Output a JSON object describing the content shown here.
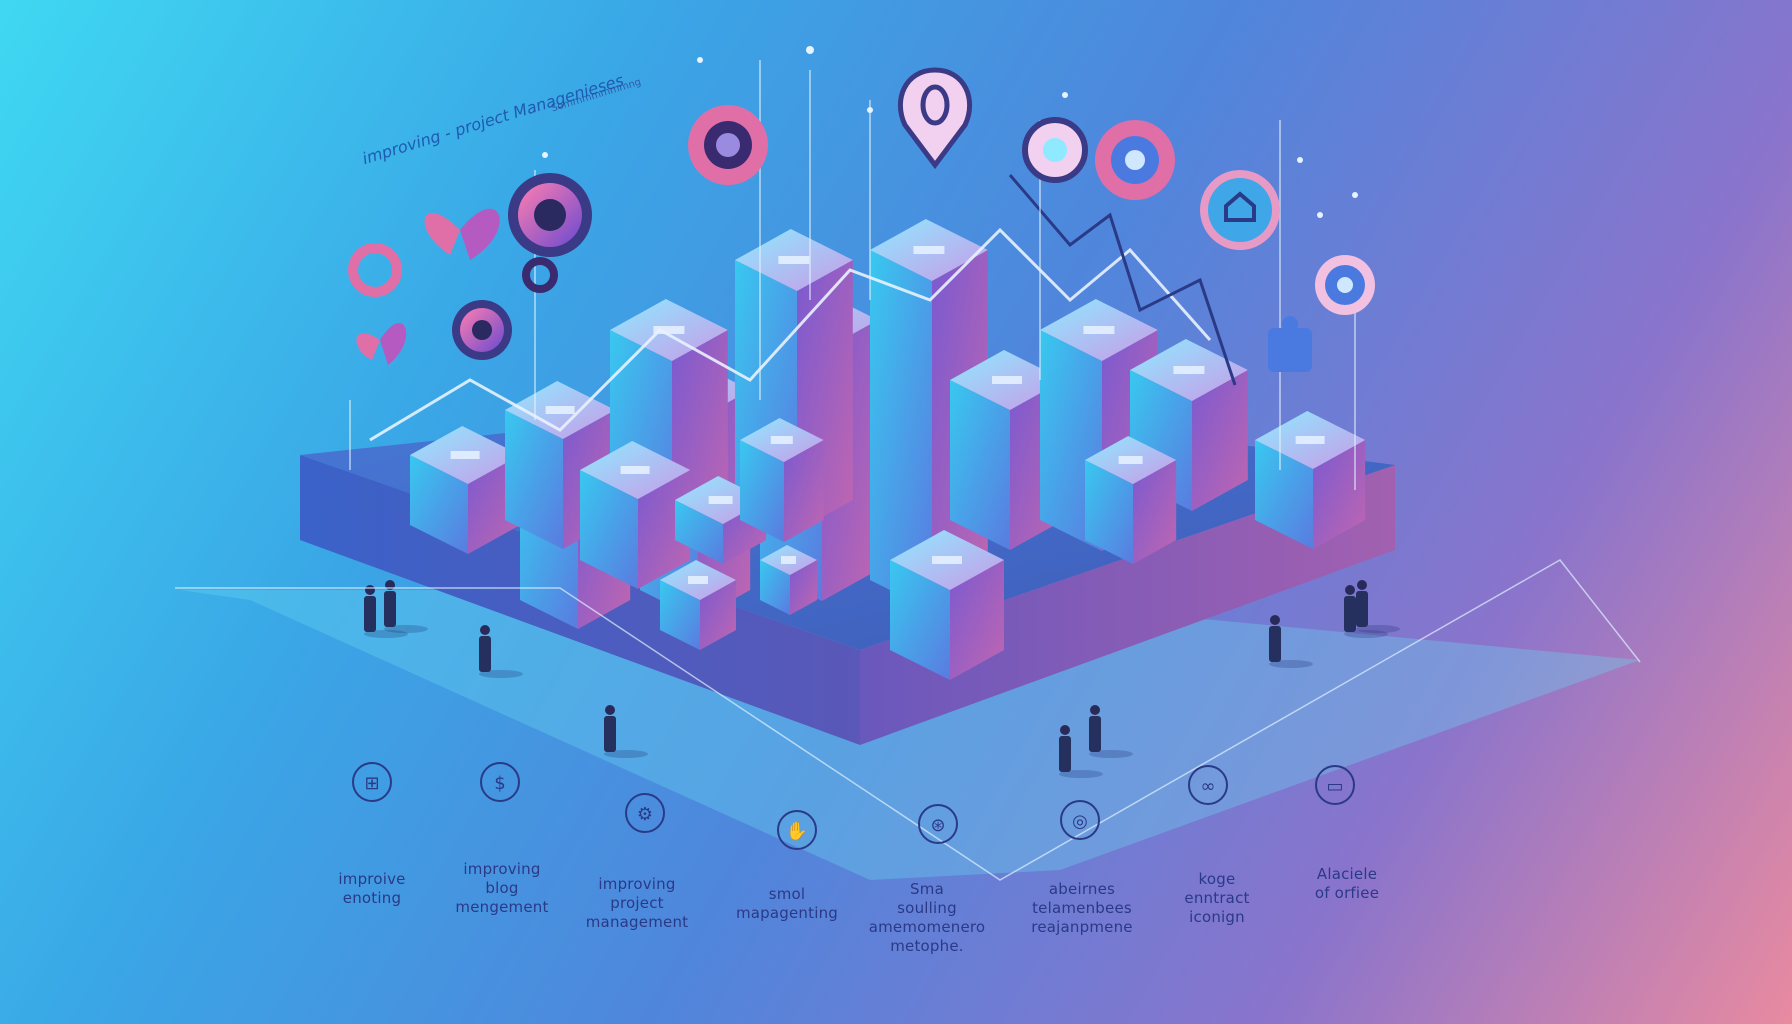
{
  "headline": "improving - project Managenieses",
  "subline": "Sommmmmmmng",
  "features": [
    {
      "icon": "grid-globe-icon",
      "lines": [
        "improive",
        "enoting"
      ]
    },
    {
      "icon": "dollar-icon",
      "lines": [
        "improving",
        "blog",
        "mengement"
      ]
    },
    {
      "icon": "gears-icon",
      "lines": [
        "improving",
        "project",
        "management"
      ]
    },
    {
      "icon": "handshake-icon",
      "lines": [
        "smol",
        "mapagenting"
      ]
    },
    {
      "icon": "network-icon",
      "lines": [
        "Sma",
        "soulling",
        "amemomenero",
        "metophe."
      ]
    },
    {
      "icon": "chat-icon",
      "lines": [
        "abeirnes",
        "telamenbees",
        "reajanpmene"
      ]
    },
    {
      "icon": "link-icon",
      "lines": [
        "koge",
        "enntract",
        "iconign"
      ]
    },
    {
      "icon": "monitor-icon",
      "lines": [
        "Alaciele",
        "of orfiee"
      ]
    }
  ],
  "colors": {
    "accent": "#e06fa8",
    "cyan": "#3fd8f2",
    "navy": "#2a3a86"
  }
}
